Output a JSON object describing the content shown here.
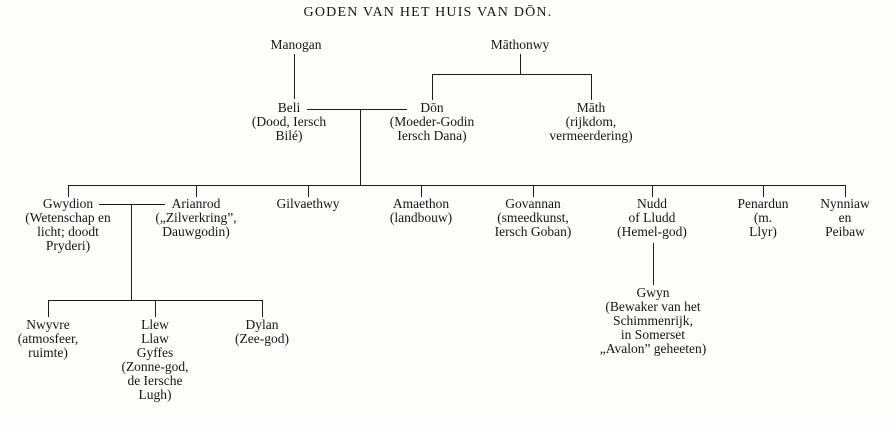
{
  "title": "GODEN VAN HET HUIS VAN DŌN.",
  "nodes": {
    "manogan": {
      "name": "Manogan",
      "desc": ""
    },
    "mathonwy": {
      "name": "Māthonwy",
      "desc": ""
    },
    "beli": {
      "name": "Beli",
      "desc": "(Dood, Iersch\nBilé)"
    },
    "don": {
      "name": "Dōn",
      "desc": "(Moeder-Godin\nIersch Dana)"
    },
    "math": {
      "name": "Māth",
      "desc": "(rijkdom,\nvermeerdering)"
    },
    "gwydion": {
      "name": "Gwydion",
      "desc": "(Wetenschap en\nlicht; doodt\nPryderi)"
    },
    "arianrod": {
      "name": "Arianrod",
      "desc": "(„Zilverkring”,\nDauwgodin)"
    },
    "gilvaethwy": {
      "name": "Gilvaethwy",
      "desc": ""
    },
    "amaethon": {
      "name": "Amaethon",
      "desc": "(landbouw)"
    },
    "govannan": {
      "name": "Govannan",
      "desc": "(smeedkunst,\nIersch Goban)"
    },
    "nudd": {
      "name": "Nudd",
      "desc": "of Lludd\n(Hemel-god)"
    },
    "penardun": {
      "name": "Penardun",
      "desc": "(m.\nLlyr)"
    },
    "nynniaw": {
      "name": "Nynniaw",
      "desc": "en Peibaw"
    },
    "nwyvre": {
      "name": "Nwyvre",
      "desc": "(atmosfeer,\nruimte)"
    },
    "llew": {
      "name": "Llew",
      "desc": "Llaw\nGyffes\n(Zonne-god,\nde Iersche\nLugh)"
    },
    "dylan": {
      "name": "Dylan",
      "desc": "(Zee-god)"
    },
    "gwyn": {
      "name": "Gwyn",
      "desc": "(Bewaker van het\nSchimmenrijk,\nin Somerset\n„Avalon” geheeten)"
    }
  }
}
